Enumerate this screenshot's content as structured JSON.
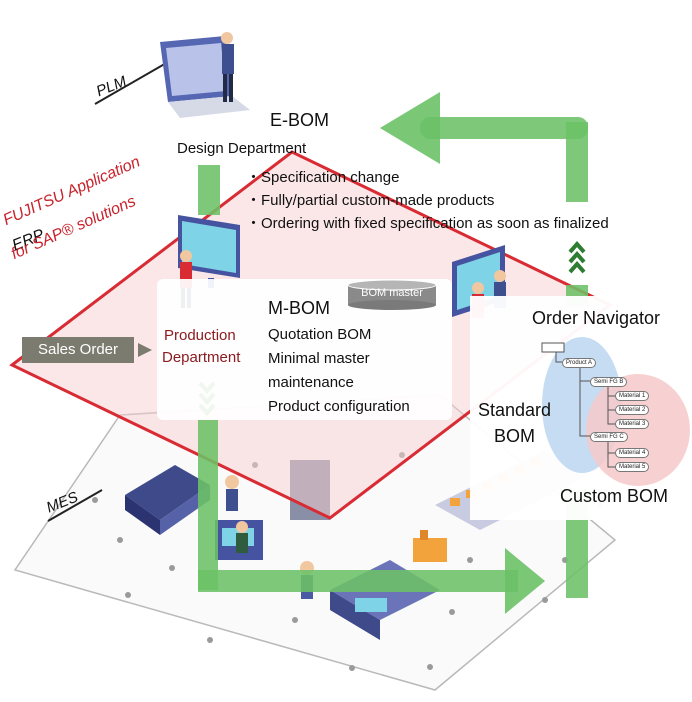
{
  "labels": {
    "plm": "PLM",
    "erp": "ERP",
    "fujitsu_line1": "FUJITSU Application",
    "fujitsu_line2": "for SAP® solutions",
    "mes": "MES"
  },
  "ebom": {
    "title": "E-BOM",
    "department": "Design Department",
    "bullets": [
      "・Specification change",
      "・Fully/partial custom-made products",
      "・Ordering with fixed specification as soon as finalized"
    ]
  },
  "mbom": {
    "department_line1": "Production",
    "department_line2": "Department",
    "title": "M-BOM",
    "items": [
      "Quotation BOM",
      "Minimal master",
      "maintenance",
      "Product configuration"
    ],
    "bom_master": "BOM master"
  },
  "sales_order": "Sales Order",
  "order_navigator": "Order Navigator",
  "standard_bom_line1": "Standard",
  "standard_bom_line2": "BOM",
  "custom_bom": "Custom BOM",
  "tree": {
    "product": "Product A",
    "semi_b": "Semi FG B",
    "semi_c": "Semi FG C",
    "materials": [
      "Material 1",
      "Material 2",
      "Material 3",
      "Material 4",
      "Material 5"
    ]
  },
  "colors": {
    "flow_arrow": "#6cc167",
    "erp_red": "#d92b33",
    "chevron": "#2e7d32",
    "sales_badge": "#7b7b6f",
    "standard_bom_fill": "#bcd6f0",
    "custom_bom_fill": "#f6c9c9"
  }
}
